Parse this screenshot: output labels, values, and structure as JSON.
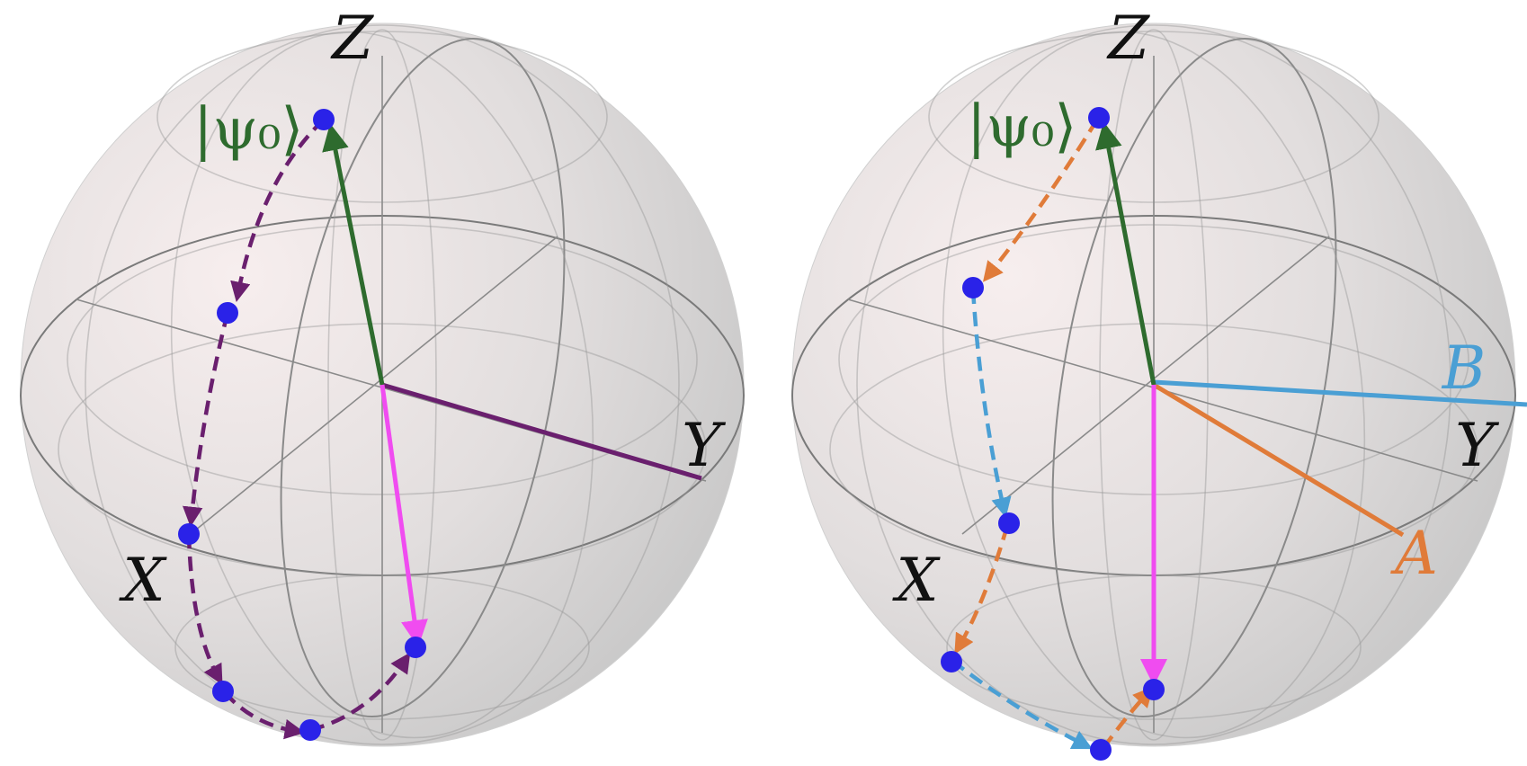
{
  "colors": {
    "state_vector": "#2e6b2e",
    "final_vector": "#f04cf0",
    "path_left": "#6a1f6e",
    "path_orange": "#e07b39",
    "path_blue": "#4a9fd4",
    "point": "#2a22e8",
    "sphere_grid": "#8a8a8a",
    "axis_text": "#111111"
  },
  "panels": [
    {
      "id": "left",
      "labels": {
        "z": "Z",
        "x": "X",
        "y": "Y",
        "psi0": "|ψ₀⟩"
      },
      "rotation_axes": [
        {
          "name": "",
          "color": "#6a1f6e"
        }
      ],
      "trajectory": [
        {
          "segment": "psi0-to-p1",
          "color": "#6a1f6e"
        },
        {
          "segment": "p1-to-p2",
          "color": "#6a1f6e"
        },
        {
          "segment": "p2-to-p3",
          "color": "#6a1f6e"
        },
        {
          "segment": "p3-to-p4",
          "color": "#6a1f6e"
        },
        {
          "segment": "p4-to-p5",
          "color": "#6a1f6e"
        }
      ]
    },
    {
      "id": "right",
      "labels": {
        "z": "Z",
        "x": "X",
        "y": "Y",
        "psi0": "|ψ₀⟩"
      },
      "rotation_axes": [
        {
          "name": "A",
          "color": "#e07b39"
        },
        {
          "name": "B",
          "color": "#4a9fd4"
        }
      ],
      "trajectory": [
        {
          "segment": "psi0-to-p1",
          "color": "#e07b39"
        },
        {
          "segment": "p1-to-p2",
          "color": "#4a9fd4"
        },
        {
          "segment": "p2-to-p3",
          "color": "#e07b39"
        },
        {
          "segment": "p3-to-p4",
          "color": "#4a9fd4"
        },
        {
          "segment": "p4-to-p5",
          "color": "#e07b39"
        }
      ]
    }
  ]
}
